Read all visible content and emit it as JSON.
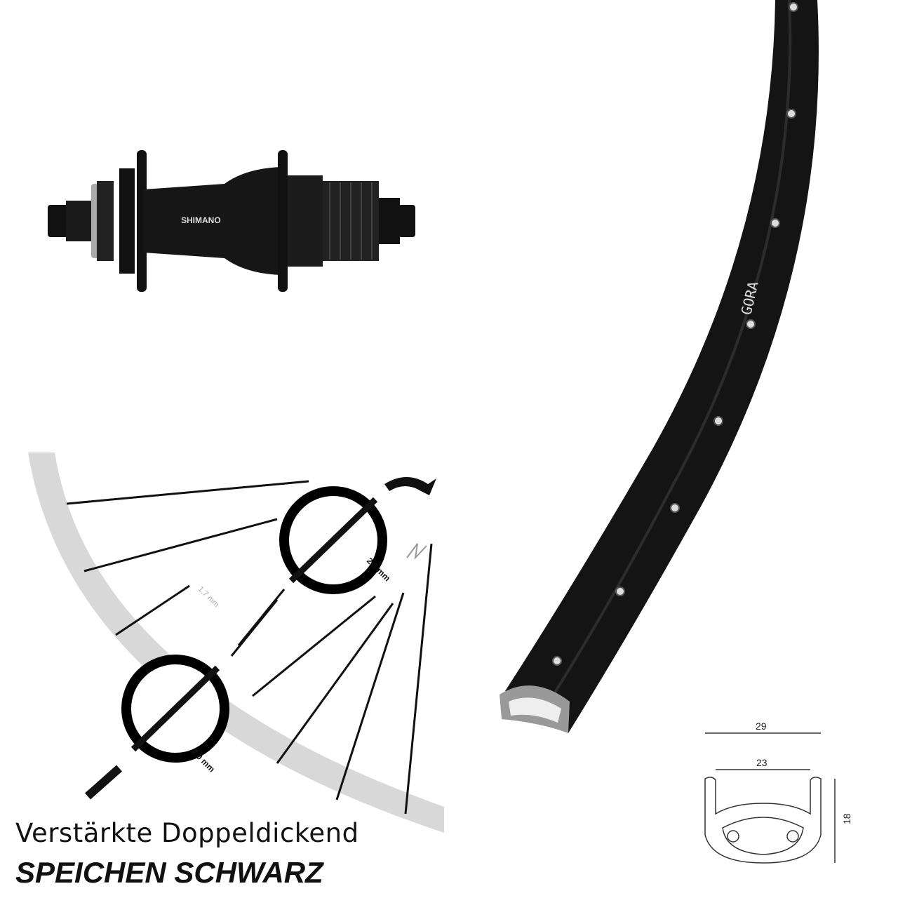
{
  "hub": {
    "brand": "SHIMANO"
  },
  "rim": {
    "logo_text": "GORA"
  },
  "spoke_diagram": {
    "measure_a": "1,7 mm",
    "measure_b": "2,3 mm",
    "measure_c": "2,0 mm"
  },
  "profile": {
    "outer_width": "29",
    "inner_width": "23",
    "height": "18"
  },
  "caption": {
    "line1": "Verstärkte Doppeldickend",
    "line2": "SPEICHEN SCHWARZ"
  },
  "colors": {
    "product": "#111111",
    "rim_band": "#d8d8d8"
  }
}
